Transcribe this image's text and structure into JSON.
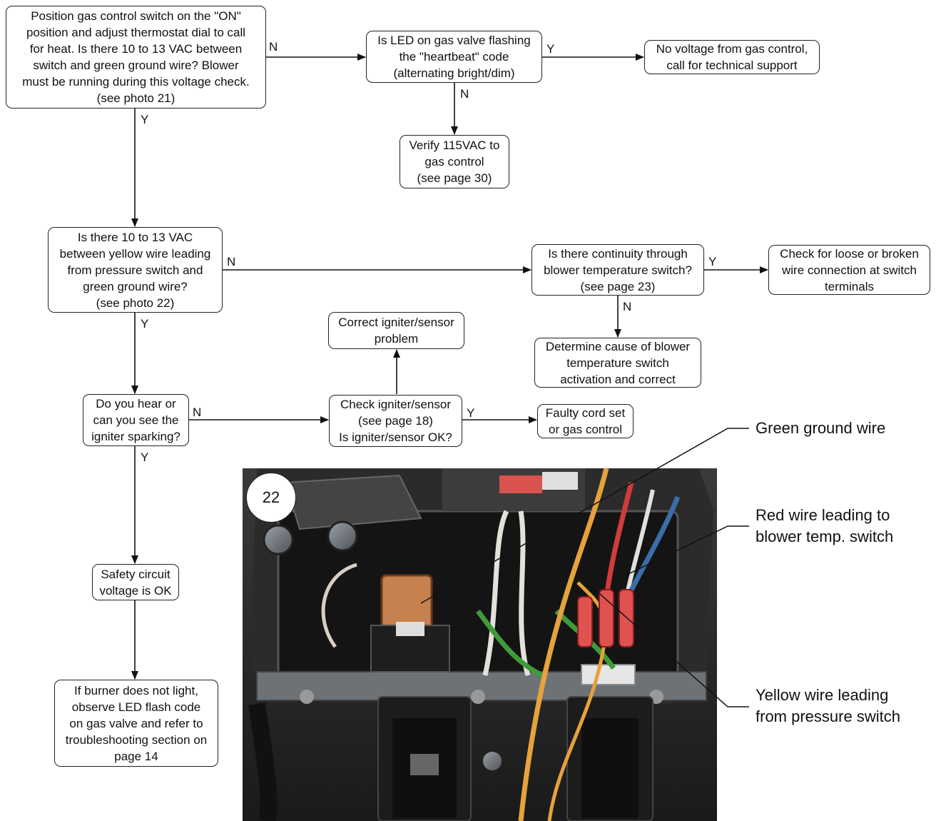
{
  "boxes": {
    "gas_switch": "Position gas control switch on the \"ON\"\nposition and adjust thermostat dial to call\nfor heat.  Is there 10 to 13 VAC between\nswitch and green ground wire?  Blower\nmust be running during this voltage check.\n(see photo 21)",
    "led_flash": "Is LED on gas valve flashing\nthe \"heartbeat\" code\n(alternating bright/dim)",
    "no_voltage": "No voltage from gas control,\ncall for technical support",
    "verify_115": "Verify 115VAC to\ngas control\n(see page 30)",
    "yellow_wire": "Is there 10 to 13 VAC\nbetween yellow wire leading\nfrom pressure switch and\ngreen ground wire?\n(see photo 22)",
    "continuity": "Is there continuity through\nblower temperature switch?\n(see page 23)",
    "loose_wire": "Check for loose or broken\nwire connection at switch\nterminals",
    "determine_cause": "Determine cause of blower\ntemperature switch\nactivation and correct",
    "correct_igniter": "Correct igniter/sensor\nproblem",
    "hear_spark": "Do you hear or\ncan you see the\nigniter sparking?",
    "check_igniter": "Check igniter/sensor\n(see page 18)\nIs igniter/sensor OK?",
    "faulty_cord": "Faulty cord set\nor gas control",
    "safety_ok": "Safety circuit\nvoltage is OK",
    "burner": "If burner does not light,\nobserve LED flash code\non gas valve and refer to\ntroubleshooting section on\npage 14"
  },
  "labels": {
    "yes": "Y",
    "no": "N"
  },
  "photo": {
    "number": "22",
    "callouts": {
      "green": "Green ground wire",
      "red": "Red wire leading to\nblower temp. switch",
      "yellow": "Yellow wire leading\nfrom pressure switch"
    }
  }
}
